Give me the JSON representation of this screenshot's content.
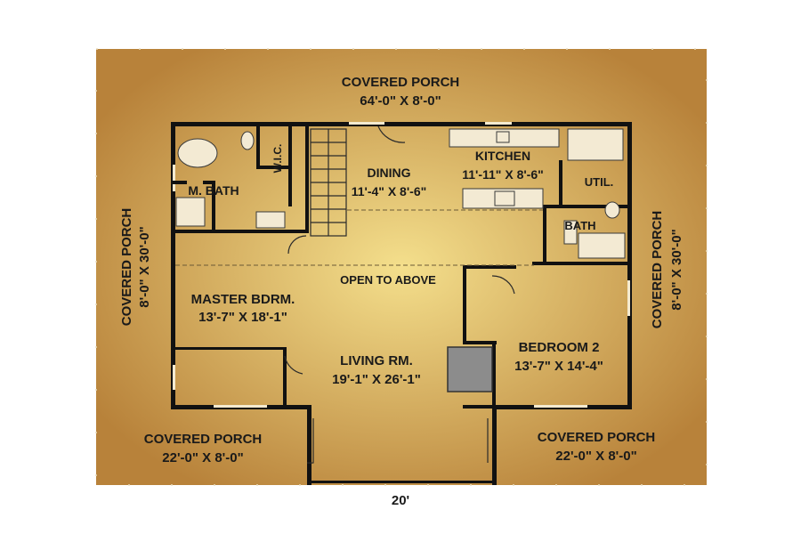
{
  "rooms": {
    "porch_top": {
      "name": "COVERED PORCH",
      "size": "64'-0\" X 8'-0\""
    },
    "porch_left": {
      "name": "COVERED PORCH",
      "size": "8'-0\" X 30'-0\""
    },
    "porch_right": {
      "name": "COVERED PORCH",
      "size": "8'-0\" X 30'-0\""
    },
    "porch_bottom_left": {
      "name": "COVERED PORCH",
      "size": "22'-0\" X 8'-0\""
    },
    "porch_bottom_right": {
      "name": "COVERED PORCH",
      "size": "22'-0\" X 8'-0\""
    },
    "m_bath": {
      "name": "M. BATH"
    },
    "wic": {
      "name": "W.I.C."
    },
    "dining": {
      "name": "DINING",
      "size": "11'-4\" X 8'-6\""
    },
    "kitchen": {
      "name": "KITCHEN",
      "size": "11'-11\" X 8'-6\""
    },
    "util": {
      "name": "UTIL."
    },
    "bath": {
      "name": "BATH"
    },
    "master": {
      "name": "MASTER BDRM.",
      "size": "13'-7\" X 18'-1\""
    },
    "open": {
      "name": "OPEN TO ABOVE"
    },
    "living": {
      "name": "LIVING RM.",
      "size": "19'-1\" X 26'-1\""
    },
    "bedroom2": {
      "name": "BEDROOM 2",
      "size": "13'-7\" X 14'-4\""
    }
  },
  "dimension": {
    "bottom": "20'"
  },
  "colors": {
    "floor_center": "#f4df8c",
    "floor_edge": "#b8823a",
    "wall": "#111111",
    "fireplace": "#8c8c8c"
  }
}
